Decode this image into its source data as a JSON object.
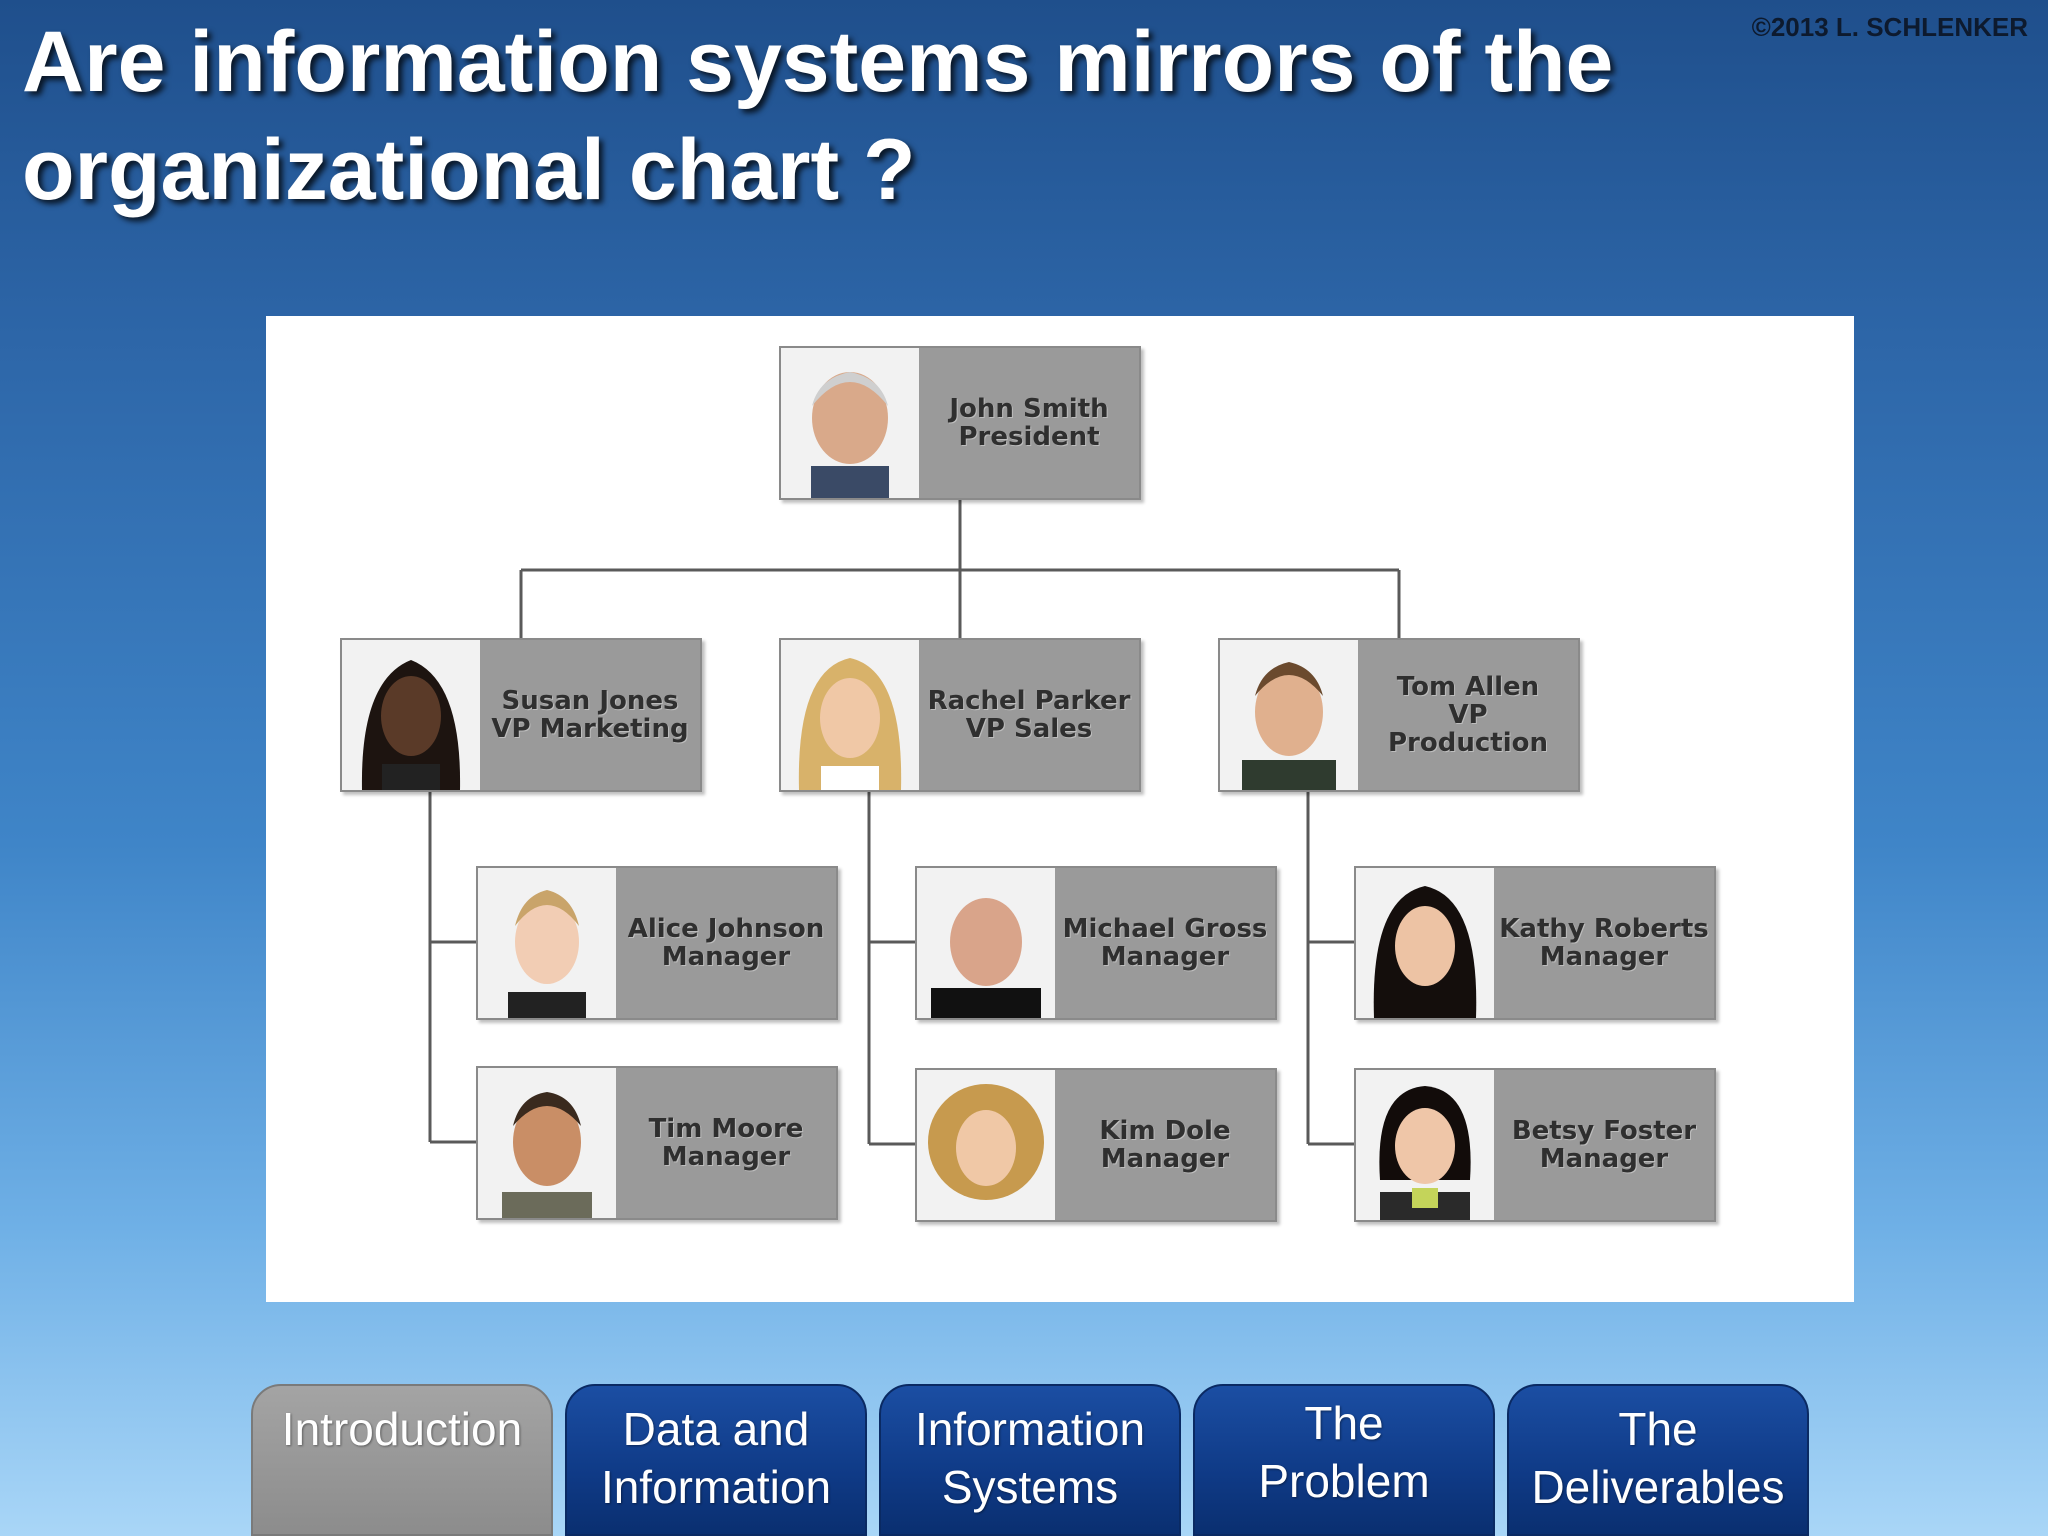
{
  "slide": {
    "title": "Are information systems mirrors of the organizational chart ?",
    "copyright": "©2013 L. SCHLENKER"
  },
  "org_chart": {
    "root": {
      "name": "John Smith",
      "role": "President",
      "photo": "man-gray-hair-portrait"
    },
    "vps": [
      {
        "name": "Susan Jones",
        "role": "VP Marketing",
        "photo": "woman-dark-hair-portrait",
        "reports": [
          {
            "name": "Alice Johnson",
            "role": "Manager",
            "photo": "woman-blonde-bun-portrait"
          },
          {
            "name": "Tim Moore",
            "role": "Manager",
            "photo": "man-short-hair-portrait"
          }
        ]
      },
      {
        "name": "Rachel Parker",
        "role": "VP Sales",
        "photo": "woman-blonde-portrait",
        "reports": [
          {
            "name": "Michael Gross",
            "role": "Manager",
            "photo": "man-bald-portrait"
          },
          {
            "name": "Kim Dole",
            "role": "Manager",
            "photo": "woman-curly-hair-portrait"
          }
        ]
      },
      {
        "name": "Tom Allen",
        "role": "VP\nProduction",
        "photo": "man-suit-portrait",
        "reports": [
          {
            "name": "Kathy Roberts",
            "role": "Manager",
            "photo": "woman-black-hair-portrait"
          },
          {
            "name": "Betsy Foster",
            "role": "Manager",
            "photo": "woman-black-bob-portrait"
          }
        ]
      }
    ]
  },
  "tabs": [
    {
      "label": "Introduction",
      "active": true
    },
    {
      "label": "Data and\nInformation",
      "active": false
    },
    {
      "label": "Information\nSystems",
      "active": false
    },
    {
      "label": "The\nProblem",
      "active": false
    },
    {
      "label": "The\nDeliverables",
      "active": false
    }
  ],
  "colors": {
    "node_bg": "#9a9a9a",
    "tab_active": "#9a9a9a",
    "tab_inactive": "#123f8f"
  }
}
